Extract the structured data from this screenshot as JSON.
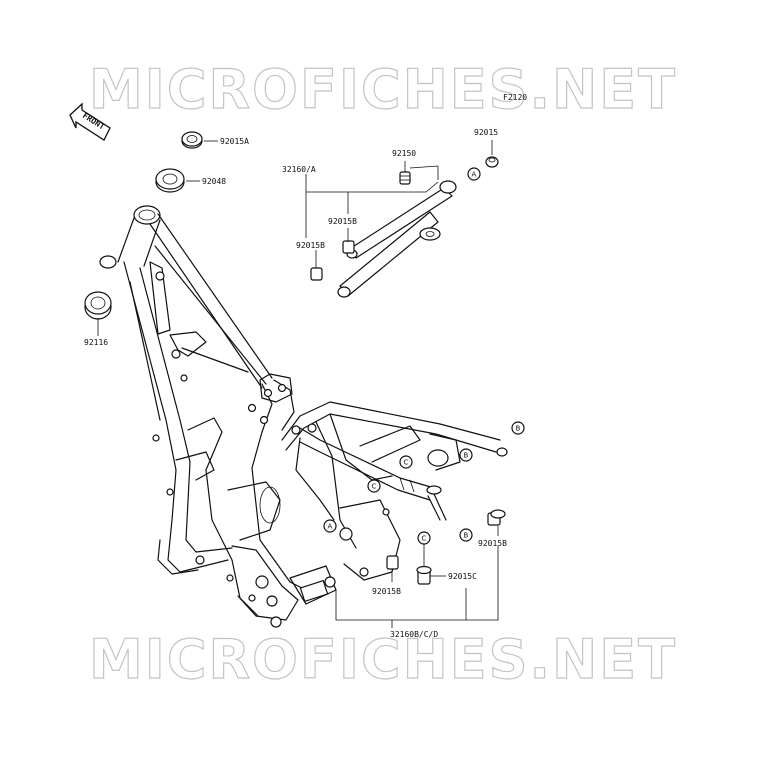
{
  "watermark": {
    "top": "MICROFICHES.NET",
    "bottom": "MICROFICHES.NET"
  },
  "diagram_code": "F2120",
  "front_arrow_label": "FRONT",
  "parts": {
    "p92015A": "92015A",
    "p92048": "92048",
    "p92116": "92116",
    "p32160A": "32160/A",
    "p92150": "92150",
    "p92015_top": "92015",
    "p92015B_1": "92015B",
    "p92015B_2": "92015B",
    "p92015B_3": "92015B",
    "p92015B_4": "92015B",
    "p92015C": "92015C",
    "p32160BCD": "32160B/C/D"
  },
  "refs": {
    "a1": "A",
    "a2": "A",
    "b1": "B",
    "b2": "B",
    "b3": "B",
    "c1": "C",
    "c2": "C",
    "c3": "C"
  }
}
